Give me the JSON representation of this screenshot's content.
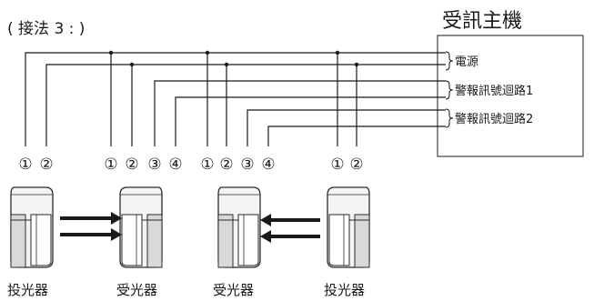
{
  "caption": "( 接法 3 : )",
  "receiver_title": "受訊主機",
  "terminals": {
    "power": "電源",
    "alarm_loop_1": "警報訊號迴路1",
    "alarm_loop_2": "警報訊號迴路2"
  },
  "pin_labels": [
    "①",
    "②",
    "③",
    "④"
  ],
  "device_labels": {
    "d1": "投光器",
    "d2": "受光器",
    "d3": "受光器",
    "d4": "投光器"
  },
  "colors": {
    "line": "#1a1a1a",
    "device_outline": "#2a2a2a",
    "device_fill": "#f4f4f4",
    "device_shade": "#d9d9d9",
    "arrow": "#1a1a1a"
  },
  "icons": {
    "device": "beam-detector-icon",
    "beam": "beam-arrow-icon",
    "junction": "junction-dot-icon"
  }
}
